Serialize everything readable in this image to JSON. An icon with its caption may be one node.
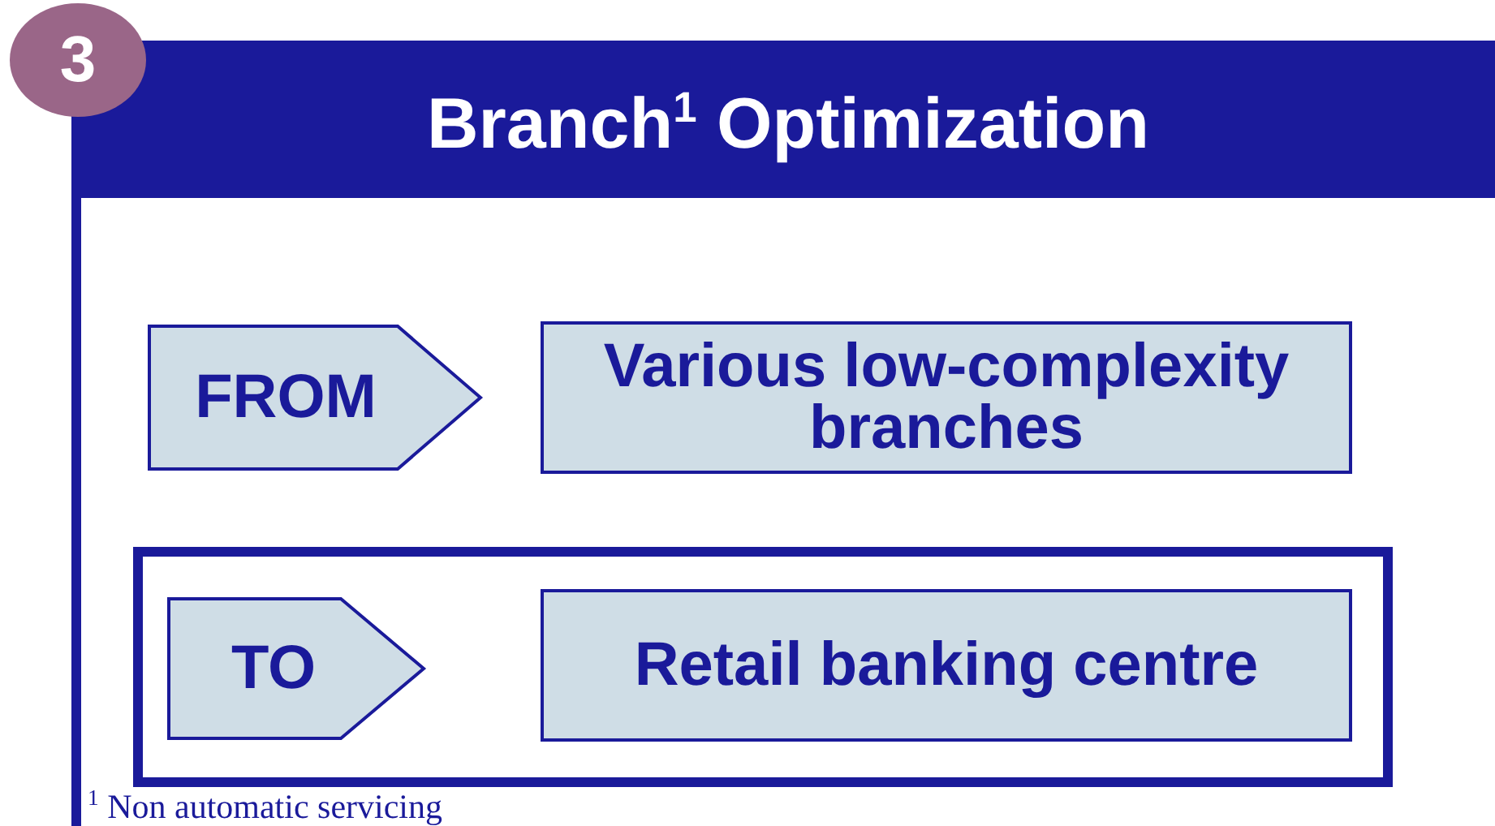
{
  "diagram": {
    "title": "Branch$^{1}$ Optimization",
    "nodes": [
      {
        "text": [
          "3"
        ]
      },
      {
        "text": [
          "FROM"
        ]
      },
      {
        "text": [
          "Various low-complexity branches"
        ]
      },
      {
        "text": [],
        "shape": "box"
      },
      {
        "text": [
          "TO"
        ],
        "in": 3
      },
      {
        "text": [
          "Retail banking centre"
        ],
        "in": 3
      }
    ],
    "labels": [
      "$^{1}$ Non automatic servicing"
    ]
  }
}
